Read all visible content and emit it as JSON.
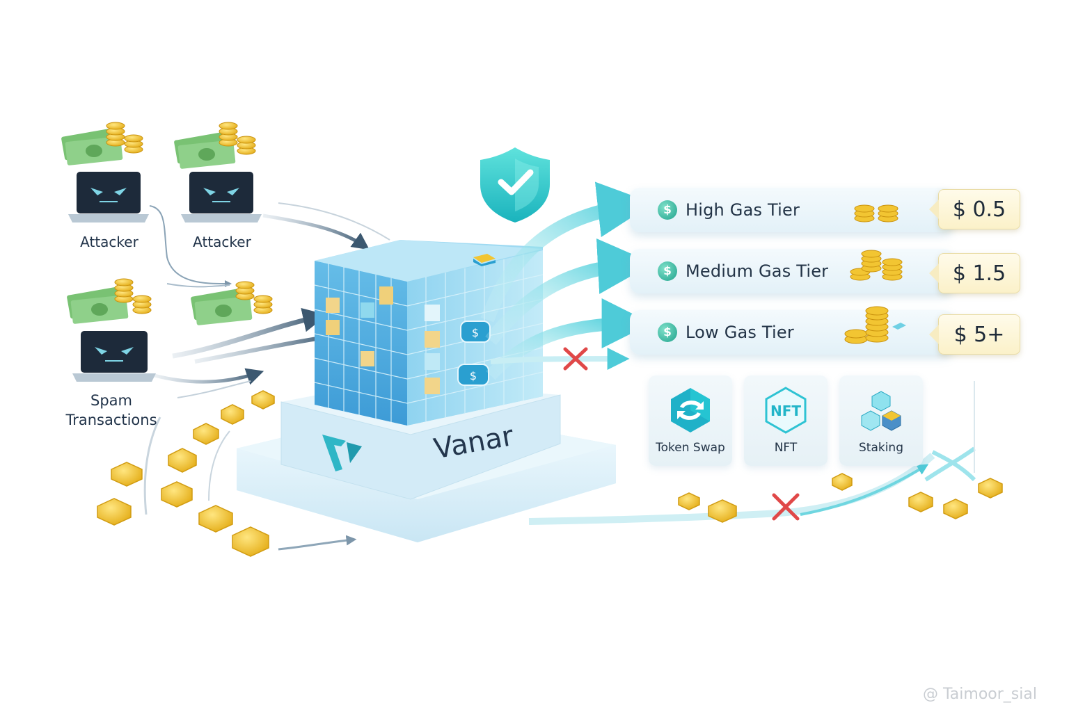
{
  "attackers": [
    {
      "label": "Attacker"
    },
    {
      "label": "Attacker"
    }
  ],
  "spam": {
    "label_line1": "Spam",
    "label_line2": "Transactions"
  },
  "platform": {
    "name": "Vanar"
  },
  "tiers": [
    {
      "name": "High Gas Tier",
      "price": "$ 0.5"
    },
    {
      "name": "Medium Gas Tier",
      "price": "$ 1.5"
    },
    {
      "name": "Low Gas Tier",
      "price": "$ 5+"
    }
  ],
  "apps": [
    {
      "label": "Token Swap",
      "icon": "token-swap-icon"
    },
    {
      "label": "NFT",
      "icon": "nft-icon",
      "badge": "NFT"
    },
    {
      "label": "Staking",
      "icon": "staking-icon"
    }
  ],
  "watermark": "@ Taimoor_sial",
  "colors": {
    "accent": "#3bc9d6",
    "cube": "#5ab8e6",
    "coin": "#f2c532",
    "shield": "#2fd0cf",
    "blocked": "#e04848",
    "cash": "#79c273"
  }
}
